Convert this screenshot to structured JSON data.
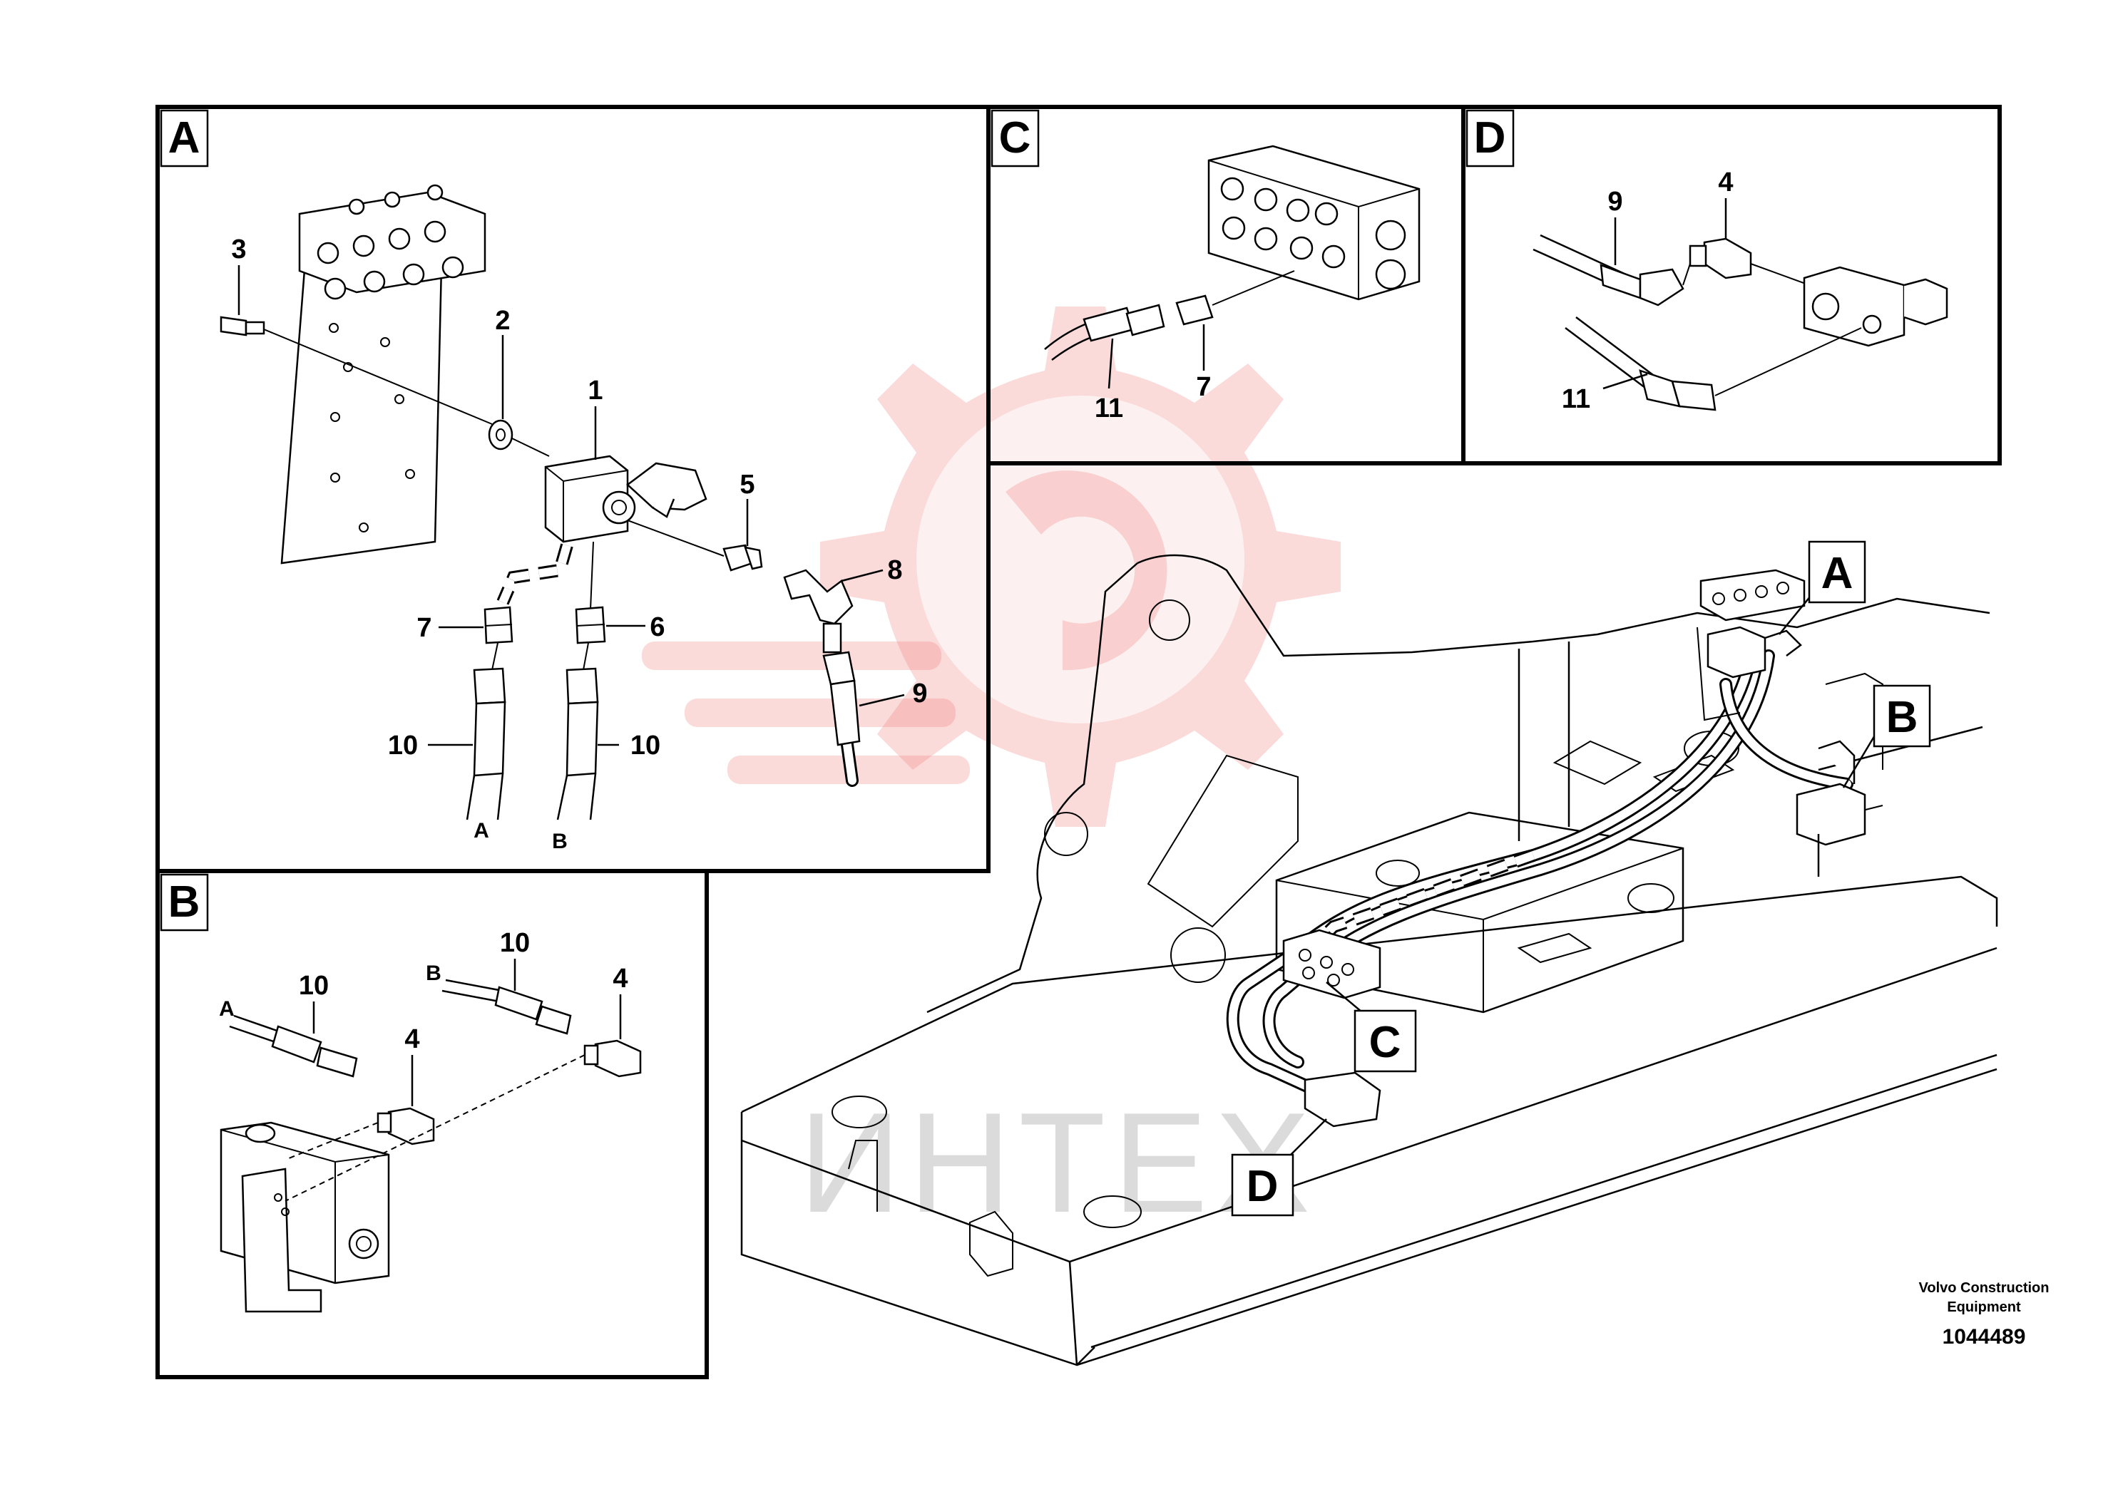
{
  "panels": [
    {
      "id": "A",
      "label": "A"
    },
    {
      "id": "B",
      "label": "B"
    },
    {
      "id": "C",
      "label": "C"
    },
    {
      "id": "D",
      "label": "D"
    }
  ],
  "callouts_main": [
    {
      "id": "A",
      "label": "A"
    },
    {
      "id": "B",
      "label": "B"
    },
    {
      "id": "C",
      "label": "C"
    },
    {
      "id": "D",
      "label": "D"
    }
  ],
  "panel_a": {
    "part_labels": [
      "3",
      "2",
      "1",
      "5",
      "8",
      "7",
      "6",
      "9",
      "10",
      "10"
    ],
    "port_labels": [
      "A",
      "B"
    ]
  },
  "panel_b": {
    "part_labels": [
      "10",
      "10",
      "4",
      "4"
    ],
    "port_labels": [
      "A",
      "B"
    ]
  },
  "panel_c": {
    "part_labels": [
      "11",
      "7"
    ]
  },
  "panel_d": {
    "part_labels": [
      "9",
      "4",
      "11"
    ]
  },
  "watermark": {
    "text": "ИНТЕХ"
  },
  "footer": {
    "line1": "Volvo Construction",
    "line2": "Equipment",
    "drawing_number": "1044489"
  }
}
